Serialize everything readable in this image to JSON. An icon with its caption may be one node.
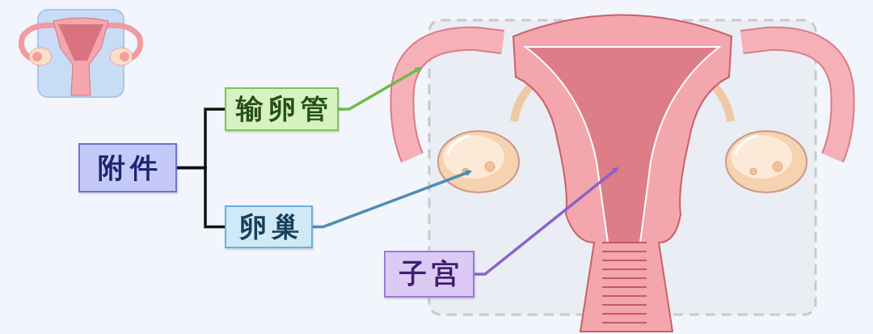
{
  "diagram": {
    "nodes": [
      {
        "text": [
          "附件"
        ]
      },
      {
        "text": [
          "输卵管"
        ]
      },
      {
        "text": [
          "卵巢"
        ]
      },
      {
        "text": [
          "子宫"
        ]
      },
      {
        "text": [],
        "shape": "picture"
      },
      {
        "text": [],
        "shape": "picture"
      },
      {
        "text": [],
        "shape": "picture"
      },
      {
        "text": [],
        "shape": "picture"
      },
      {
        "text": [],
        "shape": "picture"
      }
    ],
    "edges": [
      {
        "from": 0,
        "to": 1,
        "arrow": "none",
        "color": "#111111"
      },
      {
        "from": 0,
        "to": 2,
        "arrow": "none",
        "color": "#111111"
      },
      {
        "from": 1,
        "to": 4,
        "arrow": "to",
        "color": "#6dbb4a"
      },
      {
        "from": 2,
        "to": 5,
        "arrow": "to",
        "color": "#4d8fb0"
      },
      {
        "from": 3,
        "to": 6,
        "arrow": "to",
        "color": "#8a62c9"
      }
    ]
  }
}
